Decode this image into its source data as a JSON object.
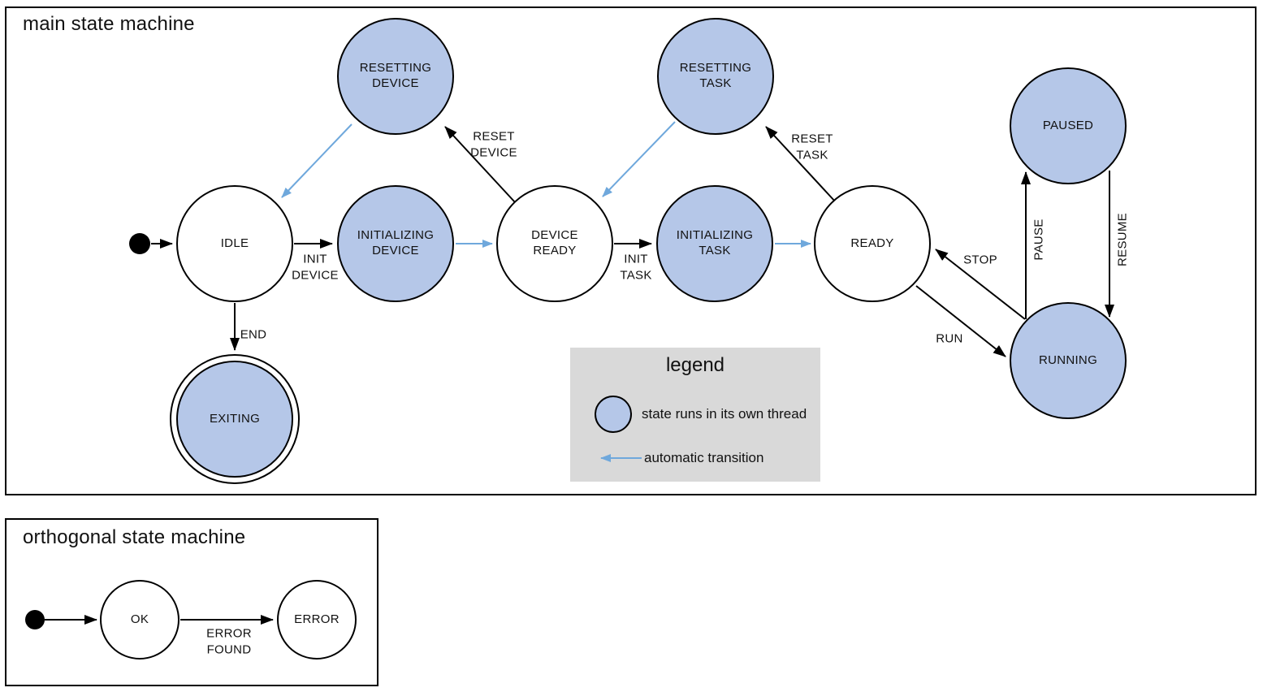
{
  "colors": {
    "state_fill": "#b5c7e8",
    "auto_transition": "#6fa8dc",
    "legend_bg": "#d9d9d9",
    "stroke": "#000000"
  },
  "main": {
    "title": "main state machine",
    "states": {
      "idle": "IDLE",
      "resetting_device": "RESETTING\nDEVICE",
      "initializing_device": "INITIALIZING\nDEVICE",
      "device_ready": "DEVICE\nREADY",
      "resetting_task": "RESETTING\nTASK",
      "initializing_task": "INITIALIZING\nTASK",
      "ready": "READY",
      "paused": "PAUSED",
      "running": "RUNNING",
      "exiting": "EXITING"
    },
    "transitions": {
      "init_device": "INIT\nDEVICE",
      "reset_device": "RESET\nDEVICE",
      "init_task": "INIT\nTASK",
      "reset_task": "RESET\nTASK",
      "run": "RUN",
      "stop": "STOP",
      "pause": "PAUSE",
      "resume": "RESUME",
      "end": "END"
    },
    "legend": {
      "title": "legend",
      "thread_note": "state runs in its own thread",
      "auto_note": "automatic transition"
    }
  },
  "orthogonal": {
    "title": "orthogonal state machine",
    "states": {
      "ok": "OK",
      "error": "ERROR"
    },
    "transitions": {
      "error_found": "ERROR\nFOUND"
    }
  }
}
